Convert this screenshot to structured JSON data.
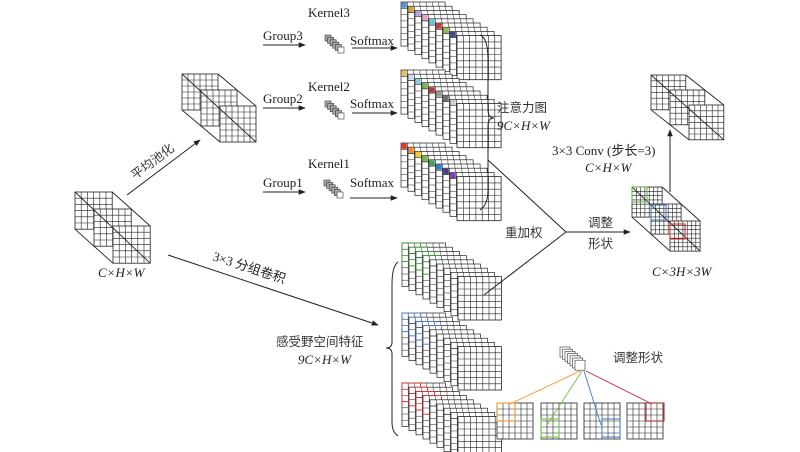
{
  "diagram": {
    "input": {
      "dims": "C×H×W"
    },
    "pooling_label": "平均池化",
    "groups": [
      {
        "group": "Group3",
        "kernel": "Kernel3",
        "op": "Softmax",
        "colors": [
          "#5b8fd6",
          "#d9a53a",
          "#b9a4d6",
          "#e8a6c0",
          "#6ec5d4",
          "#d83333",
          "#8bbf5a",
          "#404a8a"
        ]
      },
      {
        "group": "Group2",
        "kernel": "Kernel2",
        "op": "Softmax",
        "colors": [
          "#e7c05a",
          "#c9dff0",
          "#8dcde0",
          "#7bb54a",
          "#b33b3b",
          "#9a9a9a",
          "#707070",
          "#d0d0d0"
        ]
      },
      {
        "group": "Group1",
        "kernel": "Kernel1",
        "op": "Softmax",
        "colors": [
          "#e03030",
          "#f09030",
          "#f0d020",
          "#70c040",
          "#40a060",
          "#3080d0",
          "#404090",
          "#8040c0"
        ]
      }
    ],
    "attention_map": {
      "title": "注意力图",
      "dims": "9C×H×W"
    },
    "group_conv_label": "3×3 分组卷积",
    "receptive_field": {
      "title": "感受野空间特征",
      "dims": "9C×H×W",
      "colors": [
        "#3a9a3a",
        "#4a78c8",
        "#d83030"
      ]
    },
    "reweight_label": "重加权",
    "reshape_label_line1": "调整",
    "reshape_label_line2": "形状",
    "reshaped": {
      "dims": "C×3H×3W",
      "highlight_colors": [
        "#6ab04c",
        "#4a78c8",
        "#d83030"
      ]
    },
    "conv": {
      "label": "3×3 Conv (步长=3)",
      "dims": "C×H×W"
    },
    "legend": {
      "label": "调整形状",
      "colors": [
        "#f0902a",
        "#6ac040",
        "#4a78c8",
        "#b03030"
      ]
    }
  }
}
